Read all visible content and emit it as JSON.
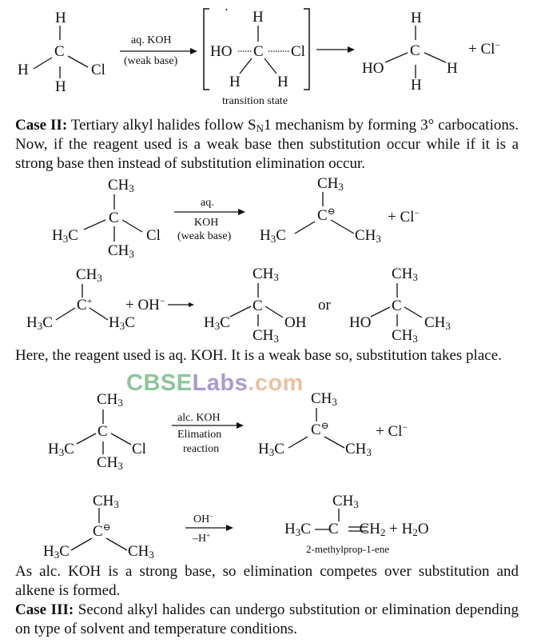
{
  "reaction1": {
    "reactant": {
      "top": "H",
      "center": "C",
      "left": "H",
      "right": "Cl",
      "bottom": "H"
    },
    "arrow_top": "aq. KOH",
    "arrow_bottom": "(weak base)",
    "ts": {
      "left": "HO",
      "center": "C",
      "right": "Cl",
      "top": "H",
      "bl": "H",
      "br": "H"
    },
    "ts_label": "transition state",
    "product": {
      "top": "H",
      "center": "C",
      "left": "HO",
      "right": "H",
      "bottom": "H"
    },
    "byproduct": "+ Cl"
  },
  "case2": {
    "label": "Case II:",
    "text_a": " Tertiary alkyl halides follow S",
    "sub_n": "N",
    "text_b": "1 mechanism by forming 3° carbocations. Now, if the reagent used is a weak base then substitution occur while if it is a strong base then instead of substitution elimination occur."
  },
  "reaction2": {
    "reactant": {
      "top": "CH3",
      "center": "C",
      "left": "H3C",
      "right": "Cl",
      "bottom": "CH3"
    },
    "arrow_top": "aq.",
    "arrow_mid": "KOH",
    "arrow_bottom": "(weak base)",
    "product": {
      "top": "CH3",
      "center": "C",
      "charge": "⊖",
      "left": "H3C",
      "right": "CH3"
    },
    "byproduct": "+ Cl"
  },
  "reaction3": {
    "reactant": {
      "top": "CH3",
      "center": "C",
      "charge": "+",
      "left": "H3C",
      "right": "H3C"
    },
    "reagent": "+ OH",
    "product1": {
      "top": "CH3",
      "center": "C",
      "left": "H3C",
      "right": "OH",
      "bottom": "CH3"
    },
    "or": "or",
    "product2": {
      "top": "CH3",
      "center": "C",
      "left": "HO",
      "right": "CH3",
      "bottom": "CH3"
    }
  },
  "note1": "Here, the reagent used is aq. KOH. It is a weak base so, substitution takes place.",
  "watermark": {
    "part1": "CBSE",
    "part2": "Labs",
    "part3": ".com",
    "colors": [
      "#8fc49a",
      "#a99bd0",
      "#e9c3a0"
    ]
  },
  "reaction4": {
    "reactant": {
      "top": "CH3",
      "center": "C",
      "left": "H3C",
      "right": "Cl",
      "bottom": "CH3"
    },
    "arrow_top": "alc. KOH",
    "arrow_mid": "Elimation",
    "arrow_bottom": "reaction",
    "product": {
      "top": "CH3",
      "center": "C",
      "charge": "⊖",
      "left": "H3C",
      "right": "CH3"
    },
    "byproduct": "+ Cl"
  },
  "reaction5": {
    "reactant": {
      "top": "CH3",
      "center": "C",
      "charge": "⊖",
      "left": "H3C",
      "right": "CH3"
    },
    "arrow_top": "OH",
    "arrow_bottom": "–H",
    "product_top": "CH3",
    "product_name": "2-methylprop-1-ene"
  },
  "note2": "As alc. KOH is a strong base, so elimination competes over substitution and alkene is formed.",
  "case3": {
    "label": "Case III:",
    "text": " Second alkyl halides can undergo substitution or elimination depending on type of solvent and temperature conditions."
  }
}
